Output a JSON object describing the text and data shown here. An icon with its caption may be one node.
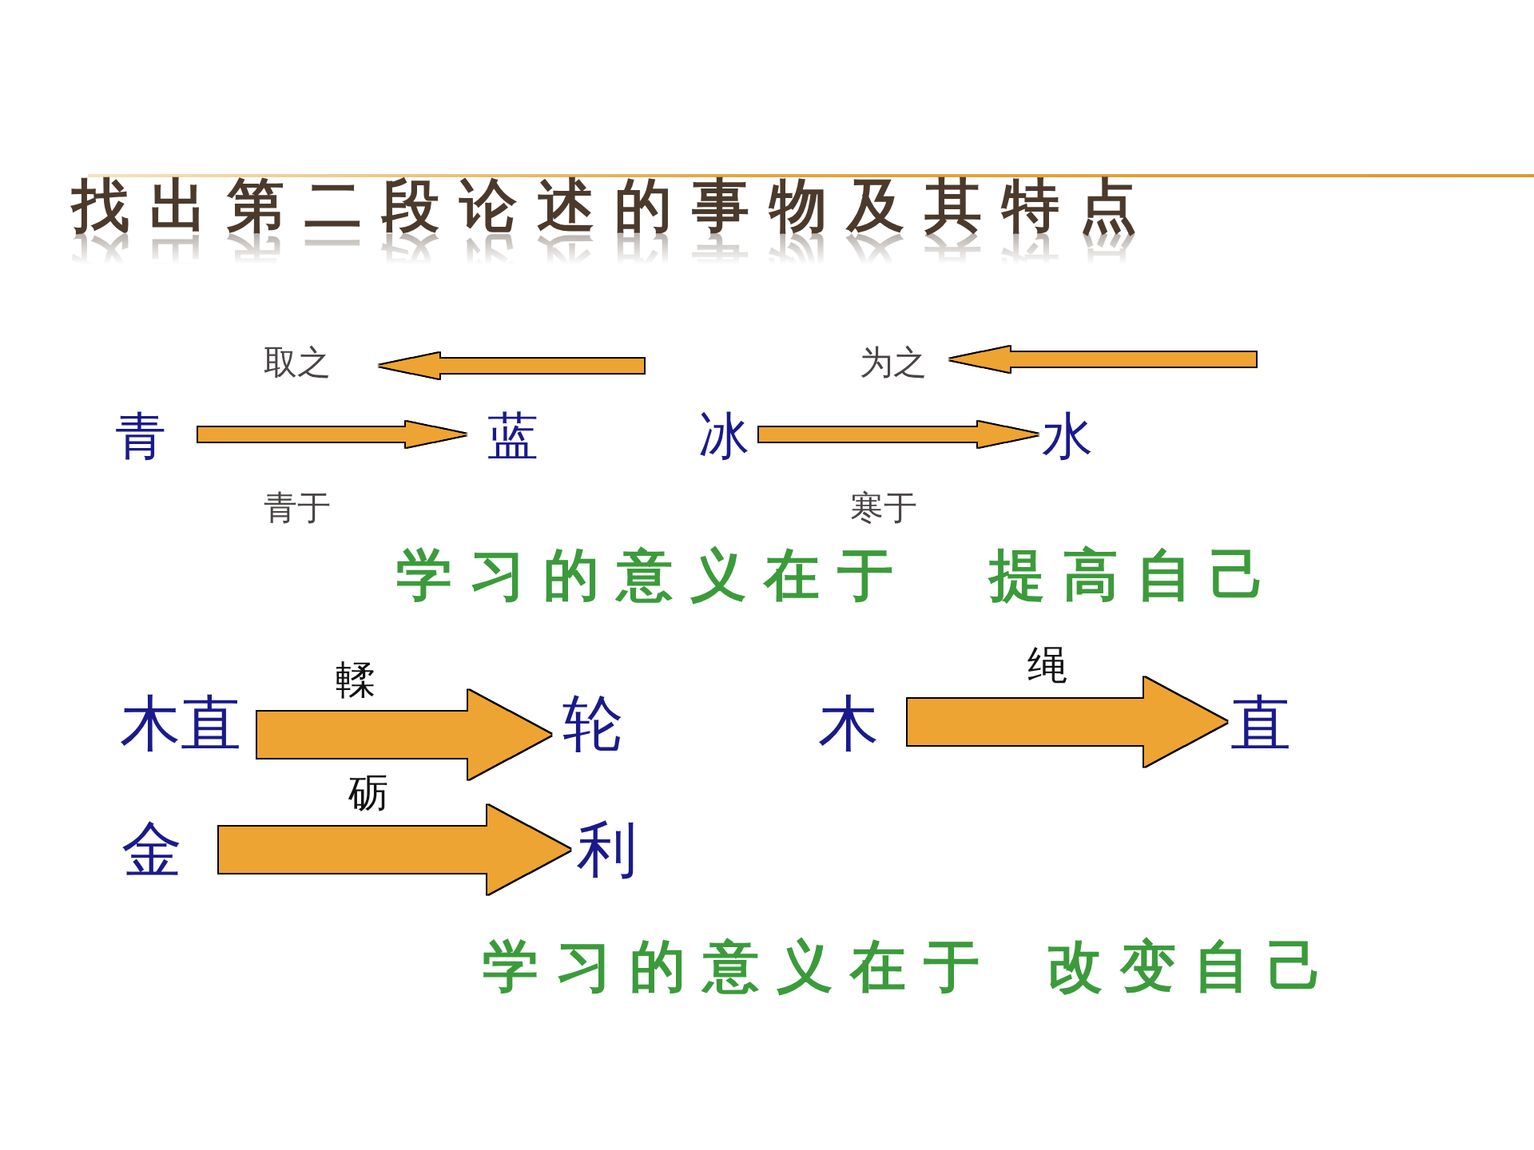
{
  "diagram": {
    "title": "找出第二段论述的事物及其特点",
    "nodes": [
      {
        "text": [
          "取之"
        ]
      },
      {
        "text": [
          "为之"
        ]
      },
      {
        "text": [
          "青"
        ]
      },
      {
        "text": [
          "蓝"
        ]
      },
      {
        "text": [
          "冰"
        ]
      },
      {
        "text": [
          "水"
        ]
      },
      {
        "text": [
          "木直"
        ]
      },
      {
        "text": [
          "轮"
        ]
      },
      {
        "text": [
          "木"
        ]
      },
      {
        "text": [
          "直"
        ]
      },
      {
        "text": [
          "金"
        ]
      },
      {
        "text": [
          "利"
        ]
      }
    ],
    "edges": [
      {
        "from": null,
        "to": 0,
        "arrow": "to"
      },
      {
        "from": null,
        "to": 1,
        "arrow": "to"
      },
      {
        "from": 2,
        "to": 3,
        "arrow": "to",
        "label": "青于"
      },
      {
        "from": 4,
        "to": 5,
        "arrow": "to",
        "label": "寒于"
      },
      {
        "from": 6,
        "to": 7,
        "arrow": "to",
        "label": "輮",
        "style": "thick"
      },
      {
        "from": 8,
        "to": 9,
        "arrow": "to",
        "label": "绳",
        "style": "thick"
      },
      {
        "from": 10,
        "to": 11,
        "arrow": "to",
        "label": "砺",
        "style": "thick"
      }
    ],
    "labels": [
      "学习的意义在于 提高自己",
      "学习的意义在于 改变自己"
    ]
  }
}
